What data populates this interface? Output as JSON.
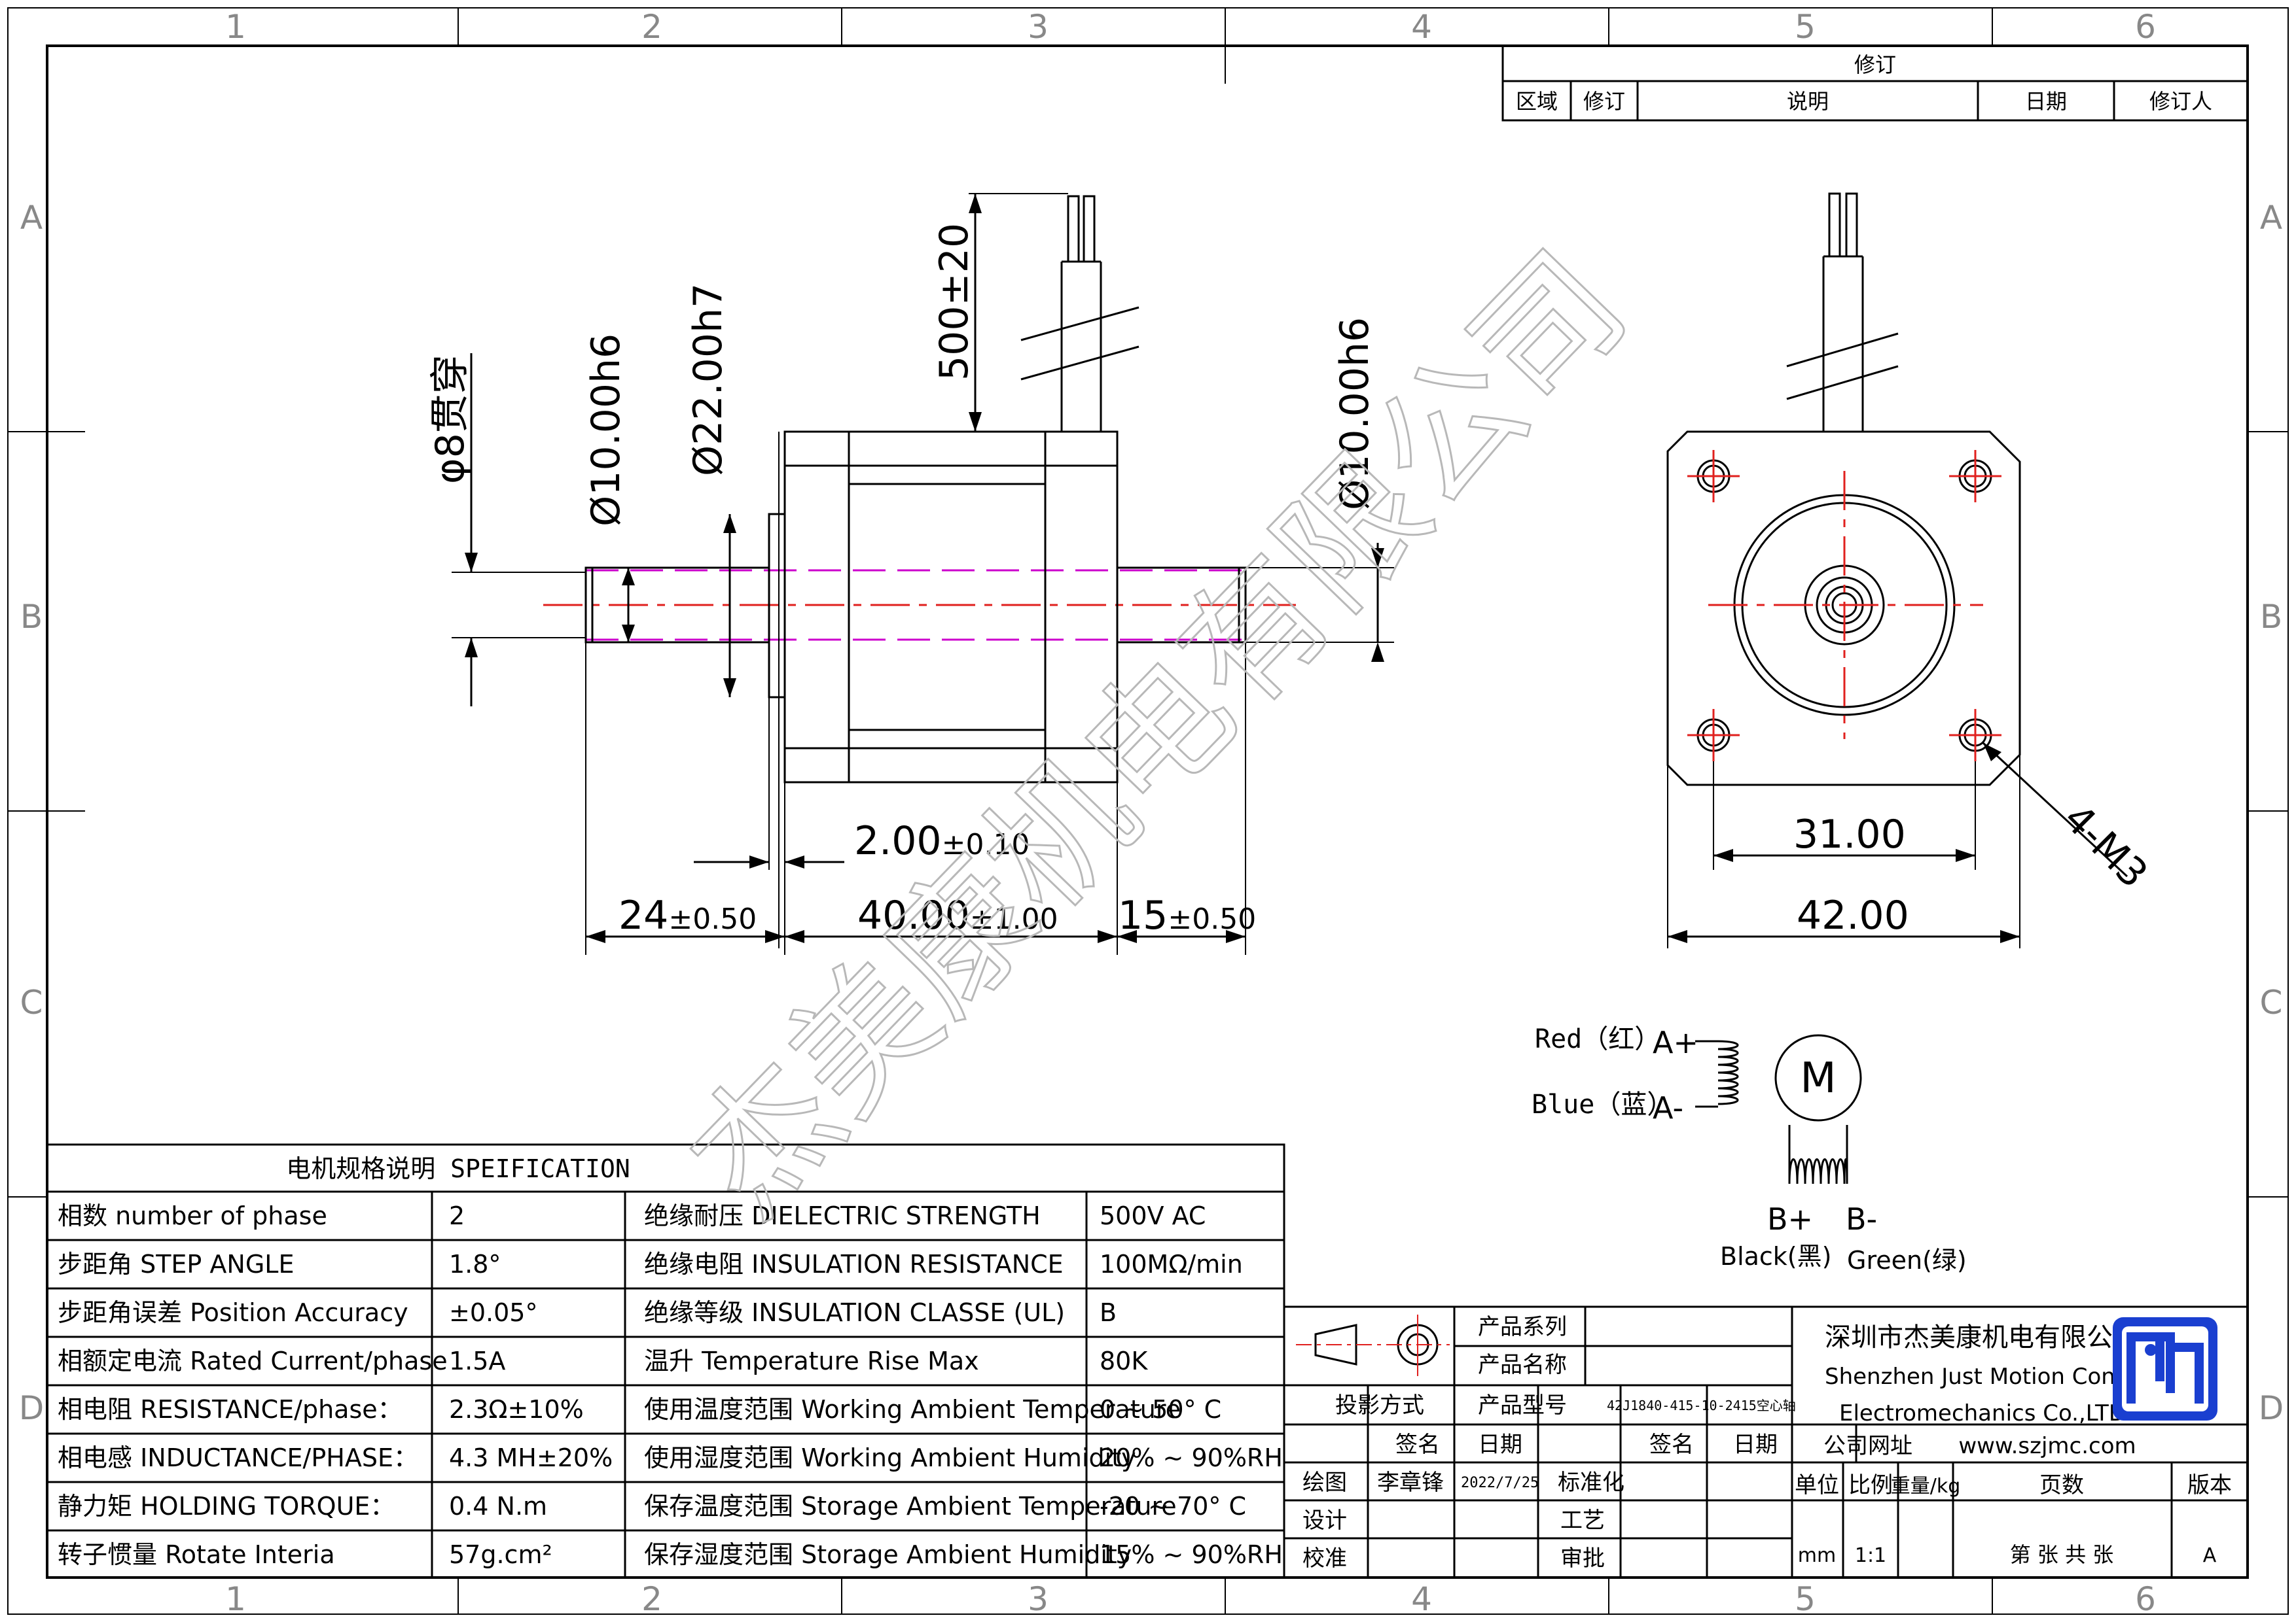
{
  "frame": {
    "cols": [
      "1",
      "2",
      "3",
      "4",
      "5",
      "6"
    ],
    "rows": [
      "A",
      "B",
      "C",
      "D"
    ]
  },
  "revision": {
    "title": "修订",
    "headers": [
      "区域",
      "修订",
      "说明",
      "日期",
      "修订人"
    ]
  },
  "watermark": "杰美康机电有限公司",
  "side_view": {
    "dims": {
      "bore": "φ8贯穿",
      "shaft_left": "Ø10.00h6",
      "boss": "Ø22.00h7",
      "lead": "500±20",
      "shaft_right": "Ø10.00h6",
      "boss_len_main": "2.00",
      "boss_len_tol": "±0.10",
      "left_len_main": "24",
      "left_len_tol": "±0.50",
      "body_len_main": "40.00",
      "body_len_tol": "±1.00",
      "right_len_main": "15",
      "right_len_tol": "±0.50"
    }
  },
  "front_view": {
    "dims": {
      "hole_spacing": "31.00",
      "width": "42.00",
      "thread": "4-M3"
    }
  },
  "wiring": {
    "red": "Red（红）",
    "blue": "Blue（蓝）",
    "a_plus": "A+",
    "a_minus": "A-",
    "motor": "M",
    "b_plus": "B+",
    "b_minus": "B-",
    "black": "Black(黑)",
    "green": "Green(绿)"
  },
  "spec": {
    "title": "电机规格说明 SPEIFICATION",
    "rows": [
      [
        "相数 number of phase",
        "2",
        "绝缘耐压 DIELECTRIC STRENGTH",
        "500V AC"
      ],
      [
        "步距角 STEP ANGLE",
        "1.8°",
        "绝缘电阻 INSULATION RESISTANCE",
        "100MΩ/min"
      ],
      [
        "步距角误差 Position Accuracy",
        "±0.05°",
        "绝缘等级 INSULATION CLASSE (UL)",
        "B"
      ],
      [
        "相额定电流 Rated Current/phase",
        "1.5A",
        "温升 Temperature Rise Max",
        "80K"
      ],
      [
        "相电阻 RESISTANCE/phase：",
        "2.3Ω±10%",
        "使用温度范围 Working Ambient Temperature",
        "0 ~ 50° C"
      ],
      [
        "相电感 INDUCTANCE/PHASE：",
        "4.3 MH±20%",
        "使用湿度范围 Working Ambient Humidity",
        "20% ~ 90%RH"
      ],
      [
        "静力矩 HOLDING TORQUE：",
        "0.4 N.m",
        "保存温度范围 Storage Ambient Temperature",
        "-20 ~ 70° C"
      ],
      [
        "转子惯量 Rotate Interia",
        "57g.cm²",
        "保存湿度范围 Storage Ambient Humidity",
        "15% ~ 90%RH"
      ]
    ]
  },
  "titleblock": {
    "product_series": "产品系列",
    "product_name": "产品名称",
    "projection": "投影方式",
    "product_model": "产品型号",
    "model_value": "42J1840-415-10-2415空心轴",
    "sign": "签名",
    "date": "日期",
    "sign2": "签名",
    "date2": "日期",
    "draw": "绘图",
    "drawer": "李章锋",
    "draw_date": "2022/7/25",
    "standard": "标准化",
    "design": "设计",
    "process": "工艺",
    "check": "校准",
    "approve": "审批",
    "company_cn": "深圳市杰美康机电有限公司",
    "company_en1": "Shenzhen Just Motion Control",
    "company_en2": "Electromechanics Co.,LTD",
    "website_label": "公司网址",
    "website": "www.szjmc.com",
    "unit_label": "单位",
    "scale_label": "比例",
    "weight_label": "重量/kg",
    "pages_label": "页数",
    "version_label": "版本",
    "unit": "mm",
    "scale": "1:1",
    "pages": "第 张 共 张",
    "version": "A"
  },
  "colors": {
    "center": "#e0201e",
    "hidden": "#cc00cc",
    "logo": "#1a3fd0"
  }
}
